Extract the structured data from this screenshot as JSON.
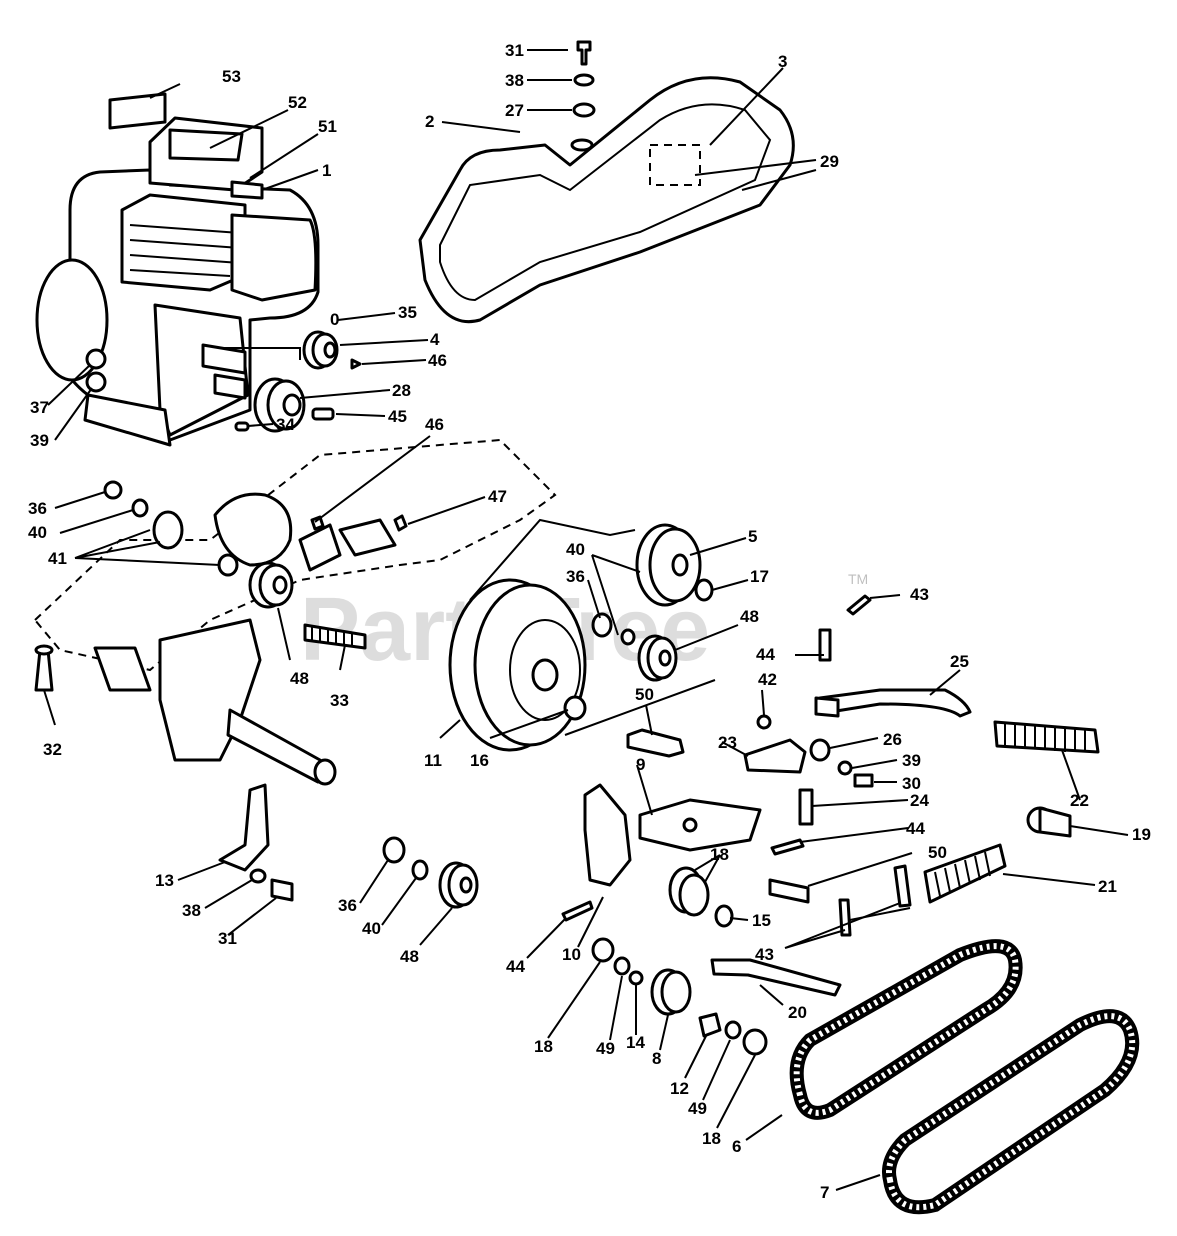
{
  "watermark": {
    "text": "PartsTree",
    "tm": "TM"
  },
  "callouts": [
    {
      "id": "c53",
      "text": "53"
    },
    {
      "id": "c52",
      "text": "52"
    },
    {
      "id": "c51",
      "text": "51"
    },
    {
      "id": "c1",
      "text": "1"
    },
    {
      "id": "c31a",
      "text": "31"
    },
    {
      "id": "c38a",
      "text": "38"
    },
    {
      "id": "c27",
      "text": "27"
    },
    {
      "id": "c2",
      "text": "2"
    },
    {
      "id": "c3",
      "text": "3"
    },
    {
      "id": "c29",
      "text": "29"
    },
    {
      "id": "c35",
      "text": "35"
    },
    {
      "id": "c4",
      "text": "4"
    },
    {
      "id": "c46a",
      "text": "46"
    },
    {
      "id": "c28",
      "text": "28"
    },
    {
      "id": "c45",
      "text": "45"
    },
    {
      "id": "c34",
      "text": "34"
    },
    {
      "id": "c37",
      "text": "37"
    },
    {
      "id": "c39a",
      "text": "39"
    },
    {
      "id": "c46b",
      "text": "46"
    },
    {
      "id": "c47",
      "text": "47"
    },
    {
      "id": "c36a",
      "text": "36"
    },
    {
      "id": "c40a",
      "text": "40"
    },
    {
      "id": "c41",
      "text": "41"
    },
    {
      "id": "c5",
      "text": "5"
    },
    {
      "id": "c40b",
      "text": "40"
    },
    {
      "id": "c17",
      "text": "17"
    },
    {
      "id": "c36b",
      "text": "36"
    },
    {
      "id": "c43a",
      "text": "43"
    },
    {
      "id": "c48a",
      "text": "48"
    },
    {
      "id": "c48b",
      "text": "48"
    },
    {
      "id": "c33",
      "text": "33"
    },
    {
      "id": "c44a",
      "text": "44"
    },
    {
      "id": "c25",
      "text": "25"
    },
    {
      "id": "c42",
      "text": "42"
    },
    {
      "id": "c50a",
      "text": "50"
    },
    {
      "id": "c32",
      "text": "32"
    },
    {
      "id": "c11",
      "text": "11"
    },
    {
      "id": "c16",
      "text": "16"
    },
    {
      "id": "c23",
      "text": "23"
    },
    {
      "id": "c26",
      "text": "26"
    },
    {
      "id": "c39b",
      "text": "39"
    },
    {
      "id": "c30",
      "text": "30"
    },
    {
      "id": "c22",
      "text": "22"
    },
    {
      "id": "c9",
      "text": "9"
    },
    {
      "id": "c24",
      "text": "24"
    },
    {
      "id": "c19",
      "text": "19"
    },
    {
      "id": "c44b",
      "text": "44"
    },
    {
      "id": "c50b",
      "text": "50"
    },
    {
      "id": "c18a",
      "text": "18"
    },
    {
      "id": "c21",
      "text": "21"
    },
    {
      "id": "c13",
      "text": "13"
    },
    {
      "id": "c38b",
      "text": "38"
    },
    {
      "id": "c31b",
      "text": "31"
    },
    {
      "id": "c36c",
      "text": "36"
    },
    {
      "id": "c40c",
      "text": "40"
    },
    {
      "id": "c48c",
      "text": "48"
    },
    {
      "id": "c44c",
      "text": "44"
    },
    {
      "id": "c10",
      "text": "10"
    },
    {
      "id": "c15",
      "text": "15"
    },
    {
      "id": "c43b",
      "text": "43"
    },
    {
      "id": "c20",
      "text": "20"
    },
    {
      "id": "c18b",
      "text": "18"
    },
    {
      "id": "c49a",
      "text": "49"
    },
    {
      "id": "c14",
      "text": "14"
    },
    {
      "id": "c8",
      "text": "8"
    },
    {
      "id": "c12",
      "text": "12"
    },
    {
      "id": "c49b",
      "text": "49"
    },
    {
      "id": "c18c",
      "text": "18"
    },
    {
      "id": "c6",
      "text": "6"
    },
    {
      "id": "c7",
      "text": "7"
    }
  ]
}
